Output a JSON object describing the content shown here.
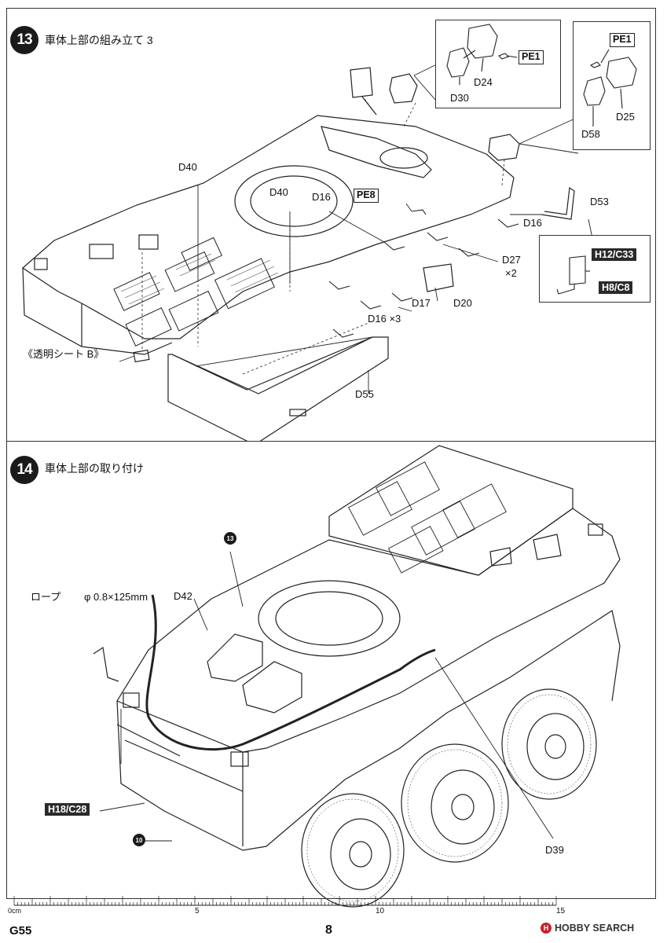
{
  "step13": {
    "number": "13",
    "title": "車体上部の組み立て 3",
    "parts": {
      "d40_left": "D40",
      "d40_center": "D40",
      "d16_top": "D16",
      "pe8": "PE8",
      "d16_right": "D16",
      "d53": "D53",
      "d27": "D27",
      "d27_qty": "×2",
      "d17": "D17",
      "d20": "D20",
      "d16_x3": "D16 ×3",
      "d55": "D55",
      "clear_sheet": "《透明シート B》"
    },
    "inset_a": {
      "pe1": "PE1",
      "d24": "D24",
      "d30": "D30"
    },
    "inset_b": {
      "pe1": "PE1",
      "d25": "D25",
      "d58": "D58"
    },
    "inset_c": {
      "option1": "H12/C33",
      "option2": "H8/C8"
    }
  },
  "step14": {
    "number": "14",
    "title": "車体上部の取り付け",
    "rope_label": "ロープ",
    "rope_spec": "φ 0.8×125mm",
    "d42": "D42",
    "ref13": "13",
    "h18": "H18/C28",
    "ref10": "10",
    "d39": "D39"
  },
  "ruler": {
    "labels": [
      "0cm",
      "5",
      "10",
      "15"
    ]
  },
  "footer": {
    "code": "G55",
    "page": "8",
    "watermark_logo": "H",
    "watermark": "HOBBY SEARCH"
  },
  "colors": {
    "line": "#222222",
    "badge": "#1a1a1a",
    "watermark_accent": "#c8202a"
  }
}
